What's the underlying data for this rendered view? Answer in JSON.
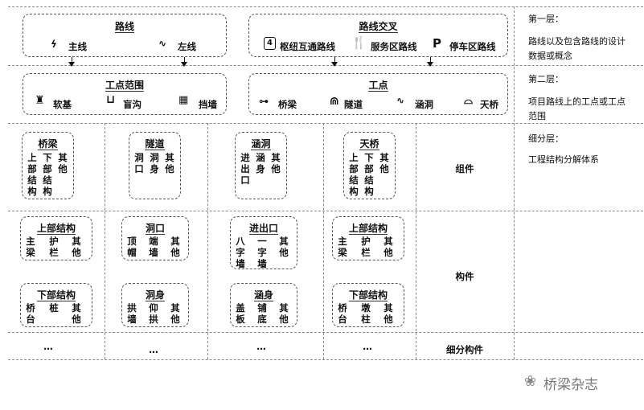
{
  "layer1": {
    "route": {
      "title": "路线",
      "main": "主线",
      "left": "左线"
    },
    "intersection": {
      "title": "路线交叉",
      "hub": "枢纽互通路线",
      "service": "服务区路线",
      "parking": "停车区路线"
    },
    "note_title": "第一层：",
    "note_body": "路线以及包含路线的设计数据或概念"
  },
  "layer2": {
    "range": {
      "title": "工点范围",
      "soft": "软基",
      "ditch": "盲沟",
      "wall": "挡墙"
    },
    "points": {
      "title": "工点",
      "bridge": "桥梁",
      "tunnel": "隧道",
      "culvert": "涵洞",
      "overpass": "天桥"
    },
    "note_title": "第二层：",
    "note_body": "项目路线上的工点或工点范围"
  },
  "layer3": {
    "note_title": "细分层：",
    "note_body": "工程结构分解体系",
    "components_label": "组件",
    "members_label": "构件",
    "sub_label": "细分构件",
    "ellipsis": "…",
    "bridge": {
      "title": "桥梁",
      "c1": "上部结构",
      "c2": "下部结构",
      "c3": "其他"
    },
    "tunnel": {
      "title": "隧道",
      "c1": "洞口",
      "c2": "洞身",
      "c3": "其他"
    },
    "culvert": {
      "title": "涵洞",
      "c1": "进出口",
      "c2": "涵身",
      "c3": "其他"
    },
    "overpass": {
      "title": "天桥",
      "c1": "上部结构",
      "c2": "下部结构",
      "c3": "其他"
    },
    "bridge_upper": {
      "title": "上部结构",
      "c1": "主梁",
      "c2": "护栏",
      "c3": "其他"
    },
    "bridge_lower": {
      "title": "下部结构",
      "c1": "桥台",
      "c2": "桩",
      "c3": "其他"
    },
    "tunnel_portal": {
      "title": "洞口",
      "c1": "顶帽",
      "c2": "端墙",
      "c3": "其他"
    },
    "tunnel_body": {
      "title": "洞身",
      "c1": "拱墙",
      "c2": "仰拱",
      "c3": "其他"
    },
    "culvert_io": {
      "title": "进出口",
      "c1": "八字墙",
      "c2": "一字墙",
      "c3": "其他"
    },
    "culvert_body": {
      "title": "涵身",
      "c1": "盖板",
      "c2": "铺底",
      "c3": "其他"
    },
    "over_upper": {
      "title": "上部结构",
      "c1": "主梁",
      "c2": "护栏",
      "c3": "其他"
    },
    "over_lower": {
      "title": "下部结构",
      "c1": "桥台",
      "c2": "墩柱",
      "c3": "其他"
    }
  },
  "watermark": "桥梁杂志"
}
